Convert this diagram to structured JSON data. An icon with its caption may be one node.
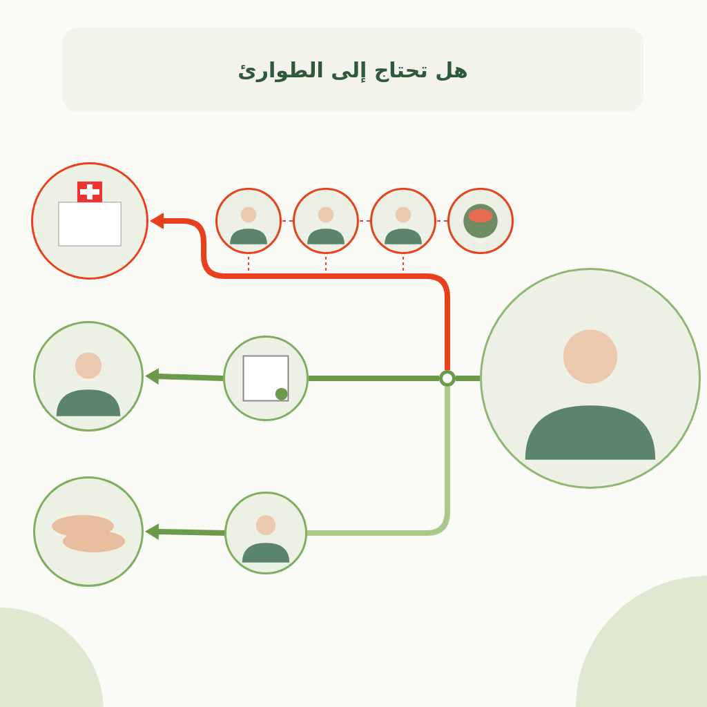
{
  "diagram": {
    "title": "هل تحتاج إلى الطوارئ",
    "nodes": [
      {
        "text": [],
        "shape": "picture"
      },
      {
        "text": [],
        "shape": "picture"
      },
      {
        "text": [],
        "shape": "picture"
      },
      {
        "text": [],
        "shape": "picture"
      },
      {
        "text": [],
        "shape": "picture"
      },
      {
        "text": [],
        "shape": "picture"
      },
      {
        "text": [],
        "shape": "picture"
      },
      {
        "text": [],
        "shape": "picture"
      },
      {
        "text": [],
        "shape": "picture"
      },
      {
        "text": [],
        "shape": "picture"
      },
      {
        "text": [],
        "shape": "circle"
      }
    ],
    "edges": [
      {
        "from": 9,
        "to": 10,
        "arrow": "none"
      },
      {
        "from": 10,
        "to": 0,
        "arrow": "to",
        "color": "#e8401c"
      },
      {
        "from": 10,
        "to": 7,
        "arrow": "none"
      },
      {
        "from": 7,
        "to": 1,
        "arrow": "to"
      },
      {
        "from": 10,
        "to": 8,
        "arrow": "none",
        "color": "#a9c98a"
      },
      {
        "from": 8,
        "to": 2,
        "arrow": "to"
      },
      {
        "from": 6,
        "to": 5,
        "arrow": "none",
        "style": "dashed",
        "color": "#e8401c"
      },
      {
        "from": 5,
        "to": 4,
        "arrow": "none",
        "style": "dashed",
        "color": "#e8401c"
      },
      {
        "from": 4,
        "to": 3,
        "arrow": "none",
        "style": "dashed",
        "color": "#e8401c"
      }
    ]
  }
}
